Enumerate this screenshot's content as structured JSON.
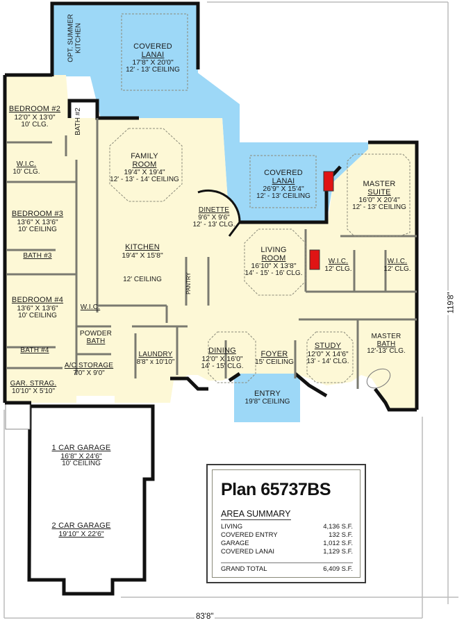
{
  "colors": {
    "living_fill": "#fdf8d6",
    "lanai_fill": "#9dd8f7",
    "wall": "#111111",
    "interior_wall": "#7a7a70",
    "fireplace": "#e01414",
    "garage_fill": "#ffffff",
    "dim_line": "#b8b8b8"
  },
  "rooms": {
    "covered_lanai_1": {
      "name": "COVERED\nLANAI",
      "line1": "COVERED",
      "line2": "LANAI",
      "dims": "17'8\" X 20'0\"",
      "ceiling": "12' - 13' CEILING"
    },
    "summer_kitchen": {
      "line1": "OPT. SUMMER",
      "line2": "KITCHEN"
    },
    "bedroom_2": {
      "name": "BEDROOM #2",
      "dims": "12'0\" X 13'0\"",
      "ceiling": "10' CLG."
    },
    "bath_2": {
      "name": "BATH #2"
    },
    "wic_1": {
      "name": "W.I.C.",
      "ceiling": "10' CLG."
    },
    "family_room": {
      "line1": "FAMILY",
      "line2": "ROOM",
      "dims": "19'4\" X 19'4\"",
      "ceiling": "12' - 13' - 14' CEILING"
    },
    "covered_lanai_2": {
      "line1": "COVERED",
      "line2": "LANAI",
      "dims": "26'9\" X 15'4\"",
      "ceiling": "12' - 13' CEILING"
    },
    "master_suite": {
      "line1": "MASTER",
      "line2": "SUITE",
      "dims": "16'0\" X 20'4\"",
      "ceiling": "12' - 13' CEILING"
    },
    "bedroom_3": {
      "name": "BEDROOM #3",
      "dims": "13'6\" X 13'6\"",
      "ceiling": "10' CEILING"
    },
    "dinette": {
      "name": "DINETTE",
      "dims": "9'6\" X 9'6\"",
      "ceiling": "12' - 13' CLG."
    },
    "kitchen": {
      "name": "KITCHEN",
      "dims": "19'4\" X 15'8\"",
      "ceiling": "12' CEILING"
    },
    "living_room": {
      "line1": "LIVING",
      "line2": "ROOM",
      "dims": "16'10\" X 13'8\"",
      "ceiling": "14' - 15' - 16' CLG."
    },
    "wic_2": {
      "name": "W.I.C.",
      "ceiling": "12' CLG."
    },
    "wic_3": {
      "name": "W.I.C.",
      "ceiling": "12' CLG."
    },
    "bath_3": {
      "name": "BATH #3"
    },
    "pantry": {
      "name": "PANTRY"
    },
    "bedroom_4": {
      "name": "BEDROOM #4",
      "dims": "13'6\" X 13'6\"",
      "ceiling": "10' CEILING"
    },
    "wic_4": {
      "name": "W.I.C."
    },
    "powder_bath": {
      "line1": "POWDER",
      "line2": "BATH"
    },
    "bath_4": {
      "name": "BATH #4"
    },
    "ac_storage": {
      "name": "A/C STORAGE",
      "dims": "7'0\" X 9'0\""
    },
    "laundry": {
      "name": "LAUNDRY",
      "dims": "8'8\" x 10'10\""
    },
    "gar_storage": {
      "name": "GAR. STRAG.",
      "dims": "10'10\" X 5'10\""
    },
    "dining": {
      "name": "DINING",
      "dims": "12'0\" X 16'0\"",
      "ceiling": "14' - 15' CLG."
    },
    "foyer": {
      "name": "FOYER",
      "ceiling": "15' CEILING"
    },
    "study": {
      "name": "STUDY",
      "dims": "12'0\" X 14'6\"",
      "ceiling": "13' - 14' CLG."
    },
    "master_bath": {
      "line1": "MASTER",
      "line2": "BATH",
      "ceiling": "12'-13' CLG."
    },
    "entry": {
      "name": "ENTRY",
      "ceiling": "19'8\" CEILING"
    },
    "garage_1": {
      "name": "1 CAR GARAGE",
      "dims": "16'8\" X 24'6\"",
      "ceiling": "10' CEILING"
    },
    "garage_2": {
      "name": "2 CAR GARAGE",
      "dims": "19'10\" X 22'6\""
    }
  },
  "dimensions": {
    "overall_width": "83'8\"",
    "overall_depth": "119'8\""
  },
  "summary": {
    "plan_number": "Plan 65737BS",
    "title": "AREA SUMMARY",
    "rows": [
      {
        "label": "LIVING",
        "value": "4,136 S.F."
      },
      {
        "label": "COVERED ENTRY",
        "value": "132 S.F."
      },
      {
        "label": "GARAGE",
        "value": "1,012 S.F."
      },
      {
        "label": "COVERED LANAI",
        "value": "1,129 S.F."
      }
    ],
    "total_label": "GRAND TOTAL",
    "total_value": "6,409 S.F."
  }
}
